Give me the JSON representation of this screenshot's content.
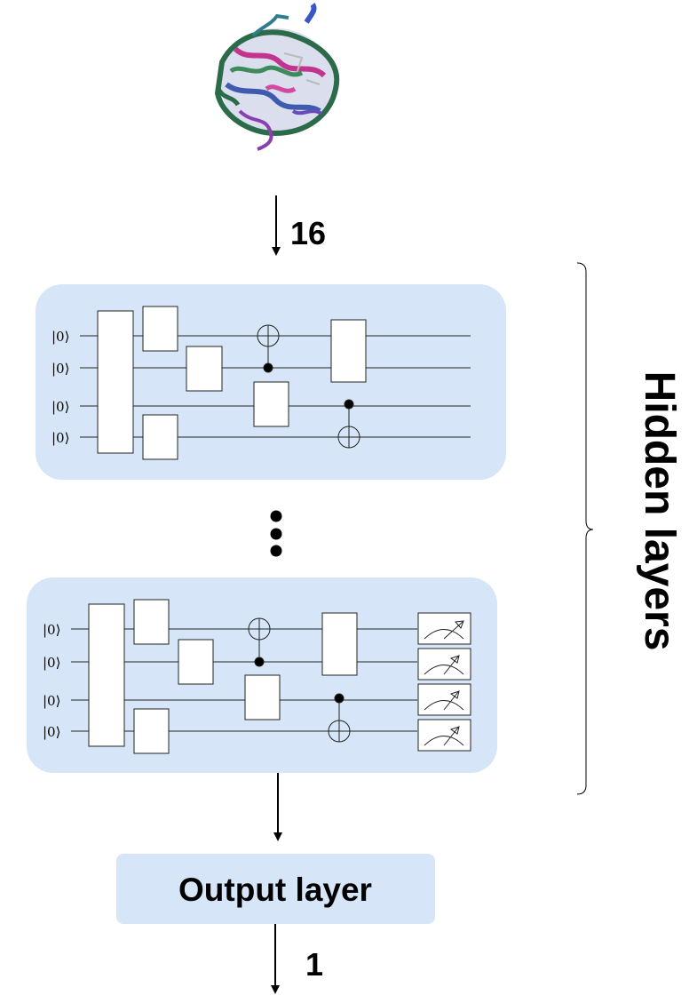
{
  "input_arrow_label": "16",
  "output_arrow_label": "1",
  "hidden_layers_label": "Hidden layers",
  "output_layer_label": "Output layer",
  "qubit_label": "|0⟩",
  "colors": {
    "panel_fill": "#d6e5f7",
    "line": "#222222",
    "gate_fill": "#ffffff"
  },
  "icons": [
    "protein-structure-icon",
    "measurement-meter-icon"
  ]
}
